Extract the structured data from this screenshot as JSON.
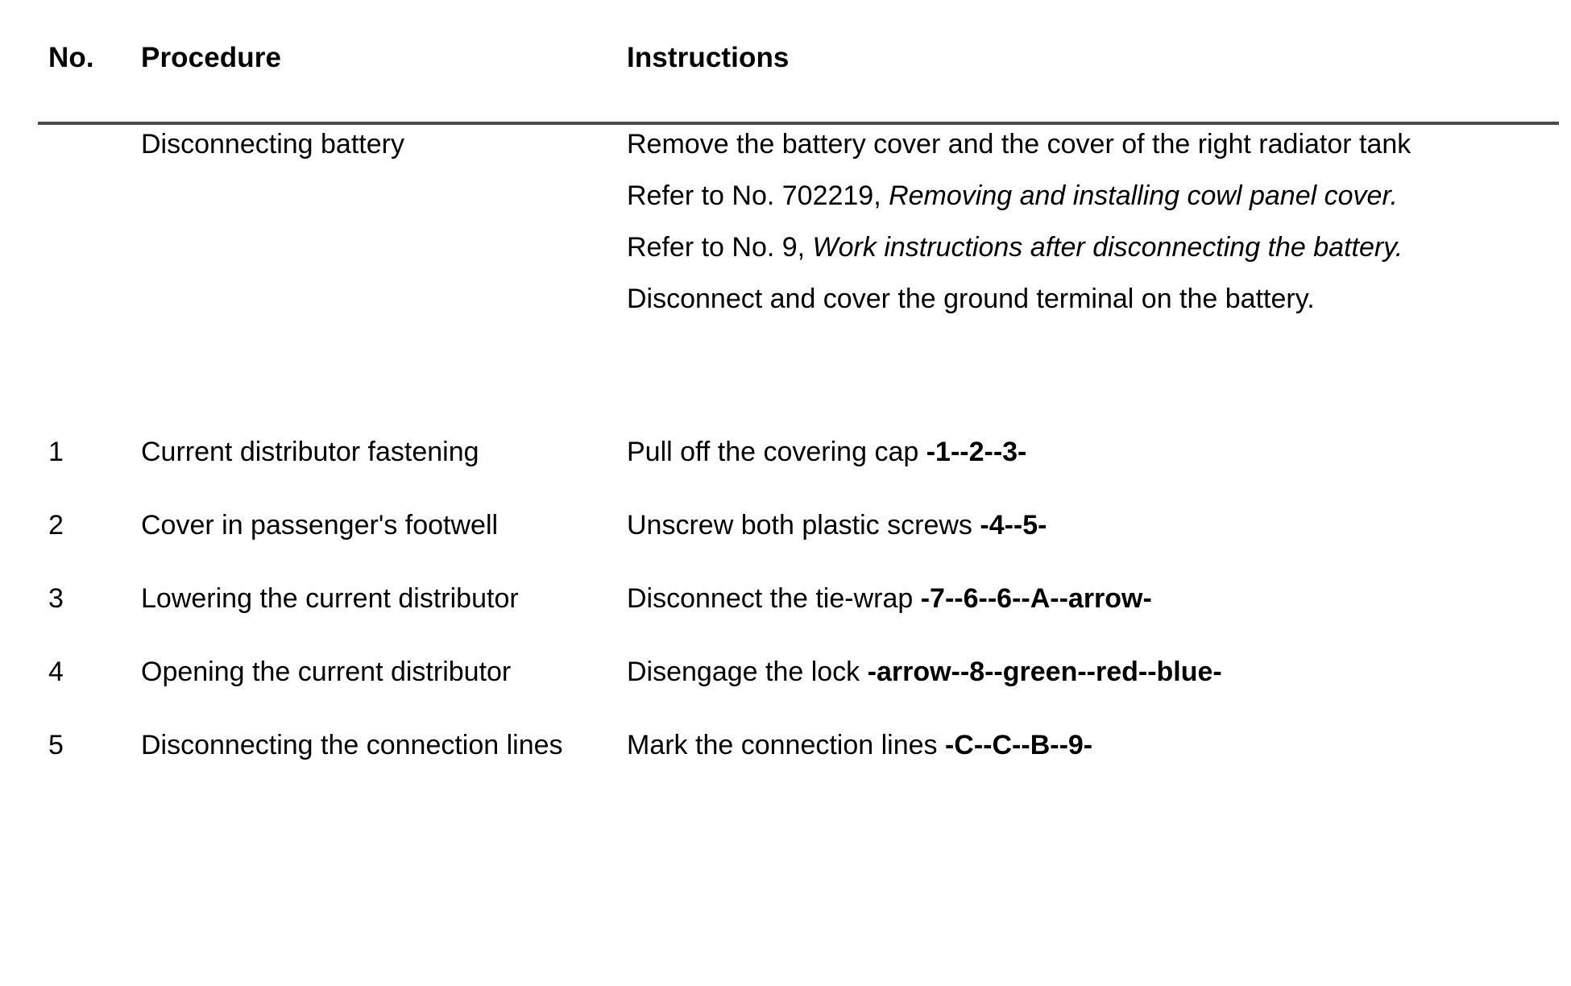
{
  "document": {
    "type": "service-procedure-table",
    "rule_color": "#4a4a4a",
    "text_color": "#000000",
    "background": "#ffffff"
  },
  "table": {
    "headers": {
      "no": "No.",
      "procedure": "Procedure",
      "instructions": "Instructions"
    },
    "rows": [
      {
        "no": "",
        "procedure": "Disconnecting battery",
        "instructions": [
          {
            "segments": [
              {
                "text": "Remove the battery cover and the cover of the right radiator tank",
                "style": "normal"
              }
            ]
          },
          {
            "segments": [
              {
                "text": "Refer to No. 702219, ",
                "style": "normal"
              },
              {
                "text": "Removing and installing cowl panel cover.",
                "style": "italic"
              }
            ]
          },
          {
            "segments": [
              {
                "text": "Refer to No. 9, ",
                "style": "normal"
              },
              {
                "text": "Work instructions after disconnecting the battery.",
                "style": "italic"
              }
            ]
          },
          {
            "segments": [
              {
                "text": "Disconnect and cover the ground terminal on the battery.",
                "style": "normal"
              }
            ]
          }
        ]
      },
      {
        "no": "1",
        "procedure": "Current distributor fastening",
        "instructions": [
          {
            "segments": [
              {
                "text": "Pull off the covering cap ",
                "style": "normal"
              },
              {
                "text": "-1--2--3-",
                "style": "bold"
              }
            ]
          }
        ]
      },
      {
        "no": "2",
        "procedure": "Cover in passenger's footwell",
        "instructions": [
          {
            "segments": [
              {
                "text": "Unscrew both plastic screws ",
                "style": "normal"
              },
              {
                "text": "-4--5-",
                "style": "bold"
              }
            ]
          }
        ]
      },
      {
        "no": "3",
        "procedure": "Lowering the current distributor",
        "instructions": [
          {
            "segments": [
              {
                "text": "Disconnect the tie-wrap ",
                "style": "normal"
              },
              {
                "text": "-7--6--6--A--arrow-",
                "style": "bold"
              }
            ]
          }
        ]
      },
      {
        "no": "4",
        "procedure": "Opening the current distributor",
        "instructions": [
          {
            "segments": [
              {
                "text": "Disengage the lock ",
                "style": "normal"
              },
              {
                "text": "-arrow--8--green--red--blue-",
                "style": "bold"
              }
            ]
          }
        ]
      },
      {
        "no": "5",
        "procedure": "Disconnecting the connection lines",
        "instructions": [
          {
            "segments": [
              {
                "text": "Mark the connection lines ",
                "style": "normal"
              },
              {
                "text": "-C--C--B--9-",
                "style": "bold"
              }
            ]
          }
        ]
      }
    ]
  }
}
